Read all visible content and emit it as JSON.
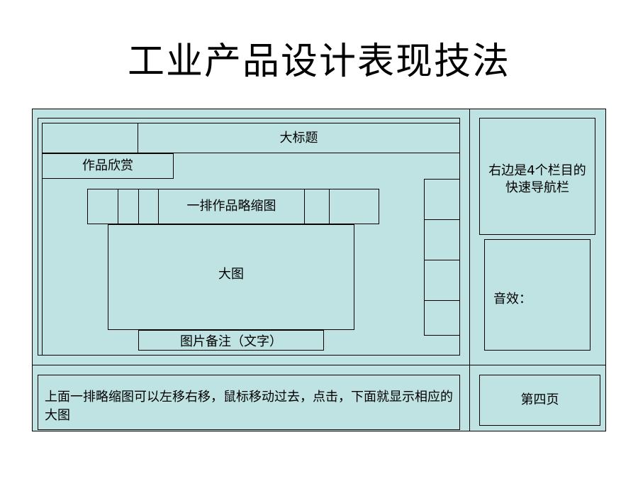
{
  "page_title": "工业产品设计表现技法",
  "layout": {
    "big_title": "大标题",
    "works_label": "作品欣赏",
    "thumbnail_row": "一排作品略缩图",
    "big_image": "大图",
    "caption": "图片备注（文字）",
    "quick_nav": "右边是4个栏目的快速导航栏",
    "sound_effect": "音效：",
    "description": "上面一排略缩图可以左移右移，鼠标移动过去，点击，下面就显示相应的大图",
    "page_label": "第四页"
  },
  "colors": {
    "panel_fill": "#bfe3e3",
    "border": "#000000"
  }
}
